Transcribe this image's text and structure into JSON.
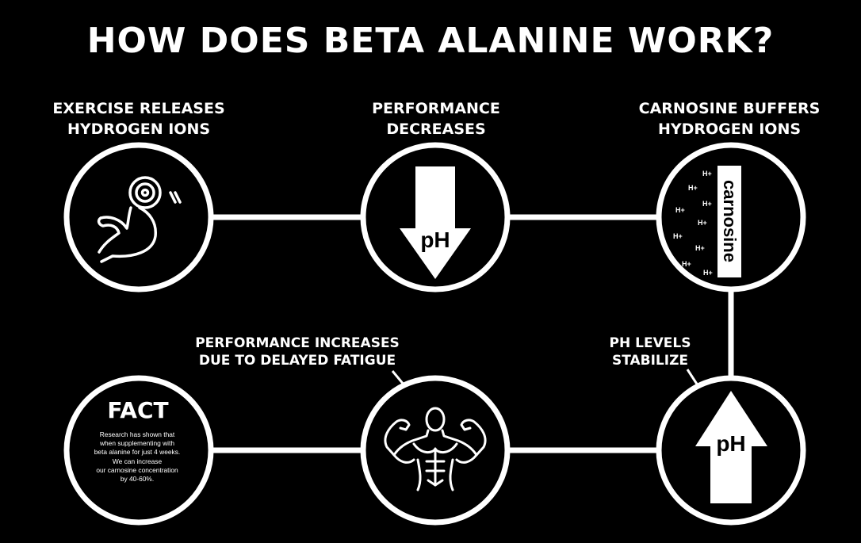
{
  "title": "HOW DOES BETA ALANINE WORK?",
  "steps": [
    {
      "line1": "EXERCISE RELEASES",
      "line2": "HYDROGEN IONS",
      "icon": "flexed-arm-dumbbell-icon"
    },
    {
      "line1": "PERFORMANCE",
      "line2": "DECREASES",
      "icon": "down-arrow-icon",
      "arrow_label": "pH"
    },
    {
      "line1": "CARNOSINE BUFFERS",
      "line2": "HYDROGEN IONS",
      "icon": "carnosine-buffer-icon",
      "buffer_label": "carnosine",
      "ion_label": "H+"
    },
    {
      "line1": "PH LEVELS",
      "line2": "STABILIZE",
      "icon": "up-arrow-icon",
      "arrow_label": "pH"
    },
    {
      "line1": "PERFORMANCE INCREASES",
      "line2": "DUE TO DELAYED FATIGUE",
      "icon": "muscular-torso-icon"
    }
  ],
  "fact": {
    "title": "FACT",
    "lines": [
      "Research has shown that",
      "when supplementing with",
      "beta alanine for just 4 weeks.",
      "We can increase",
      "our carnosine concentration",
      "by 40-60%."
    ]
  },
  "colors": {
    "background": "#000000",
    "foreground": "#ffffff"
  }
}
